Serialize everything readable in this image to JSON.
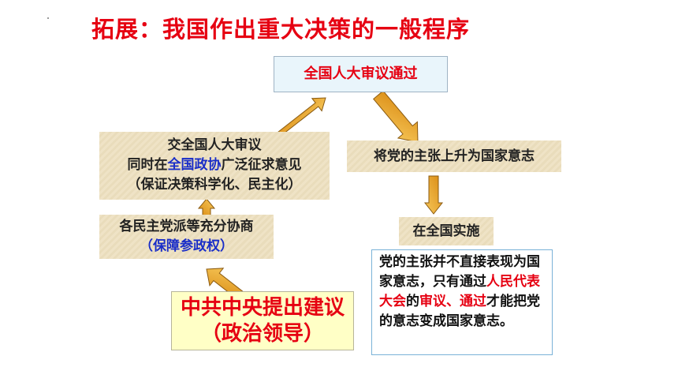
{
  "title": "拓展：我国作出重大决策的一般程序",
  "boxes": {
    "top": "全国人大审议通过",
    "left": {
      "line1": "交全国人大审议",
      "line2_pre": "同时在",
      "line2_em": "全国政协",
      "line2_post": "广泛征求意见",
      "line3": "（保证决策科学化、民主化）"
    },
    "mid": {
      "line1": "各民主党派等充分协商",
      "line2": "（保障参政权）"
    },
    "bottom": {
      "line1": "中共中央提出建议",
      "line2": "（政治领导）"
    },
    "right": "将党的主张上升为国家意志",
    "implement": "在全国实施",
    "note": {
      "p1": "党的主张并不直接表现为国家意志，只有通过",
      "em1": "人民代表大会",
      "p2": "的",
      "em2": "审议、通过",
      "p3": "才能把党的意志变成国家意志。"
    }
  },
  "colors": {
    "title": "#e60012",
    "emphasis_red": "#e60012",
    "emphasis_blue": "#1a2ec8",
    "arrow": "#e6a224",
    "arrow_edge": "#8a5a10"
  }
}
